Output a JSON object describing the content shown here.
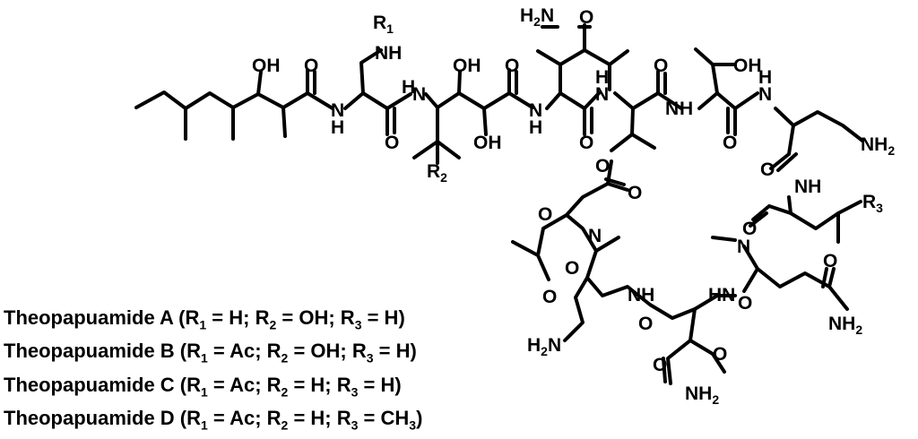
{
  "atom_labels": {
    "oh": "OH",
    "o": "O",
    "n": "N",
    "h": "H",
    "nh": "NH",
    "hn": "HN",
    "r_letter": "R",
    "r1_index": "1",
    "r2_index": "2",
    "r3_index": "3",
    "nh2": "NH",
    "h2n": "H",
    "two": "2",
    "nh2_tail": "N"
  },
  "captions": [
    {
      "name": "Theopapuamide A",
      "open": " (R",
      "r1": "1",
      "r1_val": " = H; R",
      "r2": "2",
      "r2_val": " = OH; R",
      "r3": "3",
      "r3_val": " = H)"
    },
    {
      "name": "Theopapuamide B",
      "open": " (R",
      "r1": "1",
      "r1_val": " = Ac; R",
      "r2": "2",
      "r2_val": " = OH; R",
      "r3": "3",
      "r3_val": " = H)"
    },
    {
      "name": "Theopapuamide C",
      "open": " (R",
      "r1": "1",
      "r1_val": " = Ac; R",
      "r2": "2",
      "r2_val": " = H; R",
      "r3": "3",
      "r3_val": " = H)"
    },
    {
      "name": "Theopapuamide D",
      "open": " (R",
      "r1": "1",
      "r1_val": " = Ac; R",
      "r2": "2",
      "r2_val": " = H; R",
      "r3": "3",
      "r3_val": " = CH",
      "r3_sub": "3",
      "close": ")"
    }
  ]
}
